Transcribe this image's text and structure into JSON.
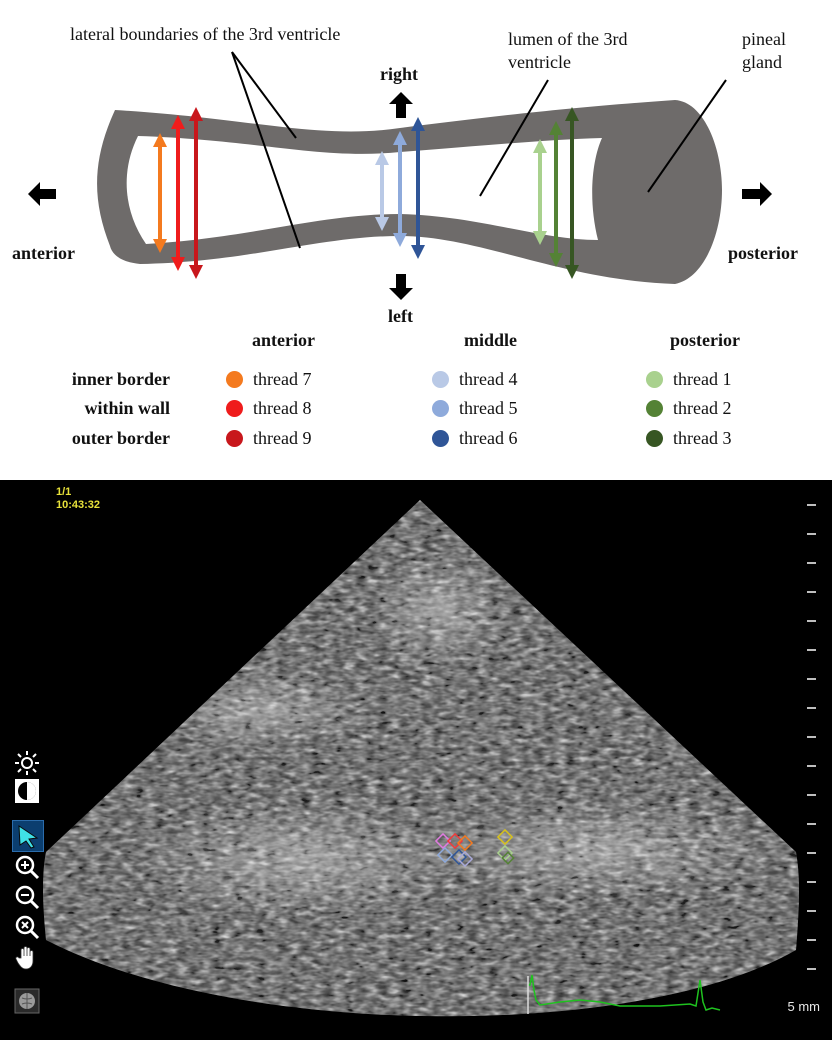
{
  "diagram": {
    "labels": {
      "lateral_boundaries": "lateral boundaries of the 3rd ventricle",
      "lumen_line1": "lumen of the 3rd",
      "lumen_line2": "ventricle",
      "pineal_line1": "pineal",
      "pineal_line2": "gland",
      "right": "right",
      "left": "left",
      "anterior": "anterior",
      "posterior": "posterior"
    },
    "colors": {
      "wall": "#6e6b6a",
      "thread7": "#f47a1f",
      "thread8": "#ef1c1c",
      "thread9": "#c8171c",
      "thread4": "#b9c9e6",
      "thread5": "#8eaadb",
      "thread6": "#2f5597",
      "thread1": "#a9d18e",
      "thread2": "#548235",
      "thread3": "#375623"
    }
  },
  "legend": {
    "columns": [
      "anterior",
      "middle",
      "posterior"
    ],
    "rows": [
      "inner border",
      "within wall",
      "outer border"
    ],
    "items": [
      {
        "label": "thread 7",
        "color": "#f47a1f"
      },
      {
        "label": "thread 8",
        "color": "#ef1c1c"
      },
      {
        "label": "thread 9",
        "color": "#c8171c"
      },
      {
        "label": "thread 4",
        "color": "#b9c9e6"
      },
      {
        "label": "thread 5",
        "color": "#8eaadb"
      },
      {
        "label": "thread 6",
        "color": "#2f5597"
      },
      {
        "label": "thread 1",
        "color": "#a9d18e"
      },
      {
        "label": "thread 2",
        "color": "#548235"
      },
      {
        "label": "thread 3",
        "color": "#375623"
      }
    ]
  },
  "ultrasound": {
    "frame": "1/1",
    "time": "10:43:32",
    "scale": "5 mm",
    "tools": [
      "brightness-icon",
      "contrast-icon",
      "pointer-icon",
      "zoom-in-icon",
      "zoom-out-icon",
      "zoom-reset-icon",
      "pan-hand-icon",
      "brain-icon"
    ],
    "ecg_color": "#1fc21f",
    "text_color": "#e8e23a"
  }
}
